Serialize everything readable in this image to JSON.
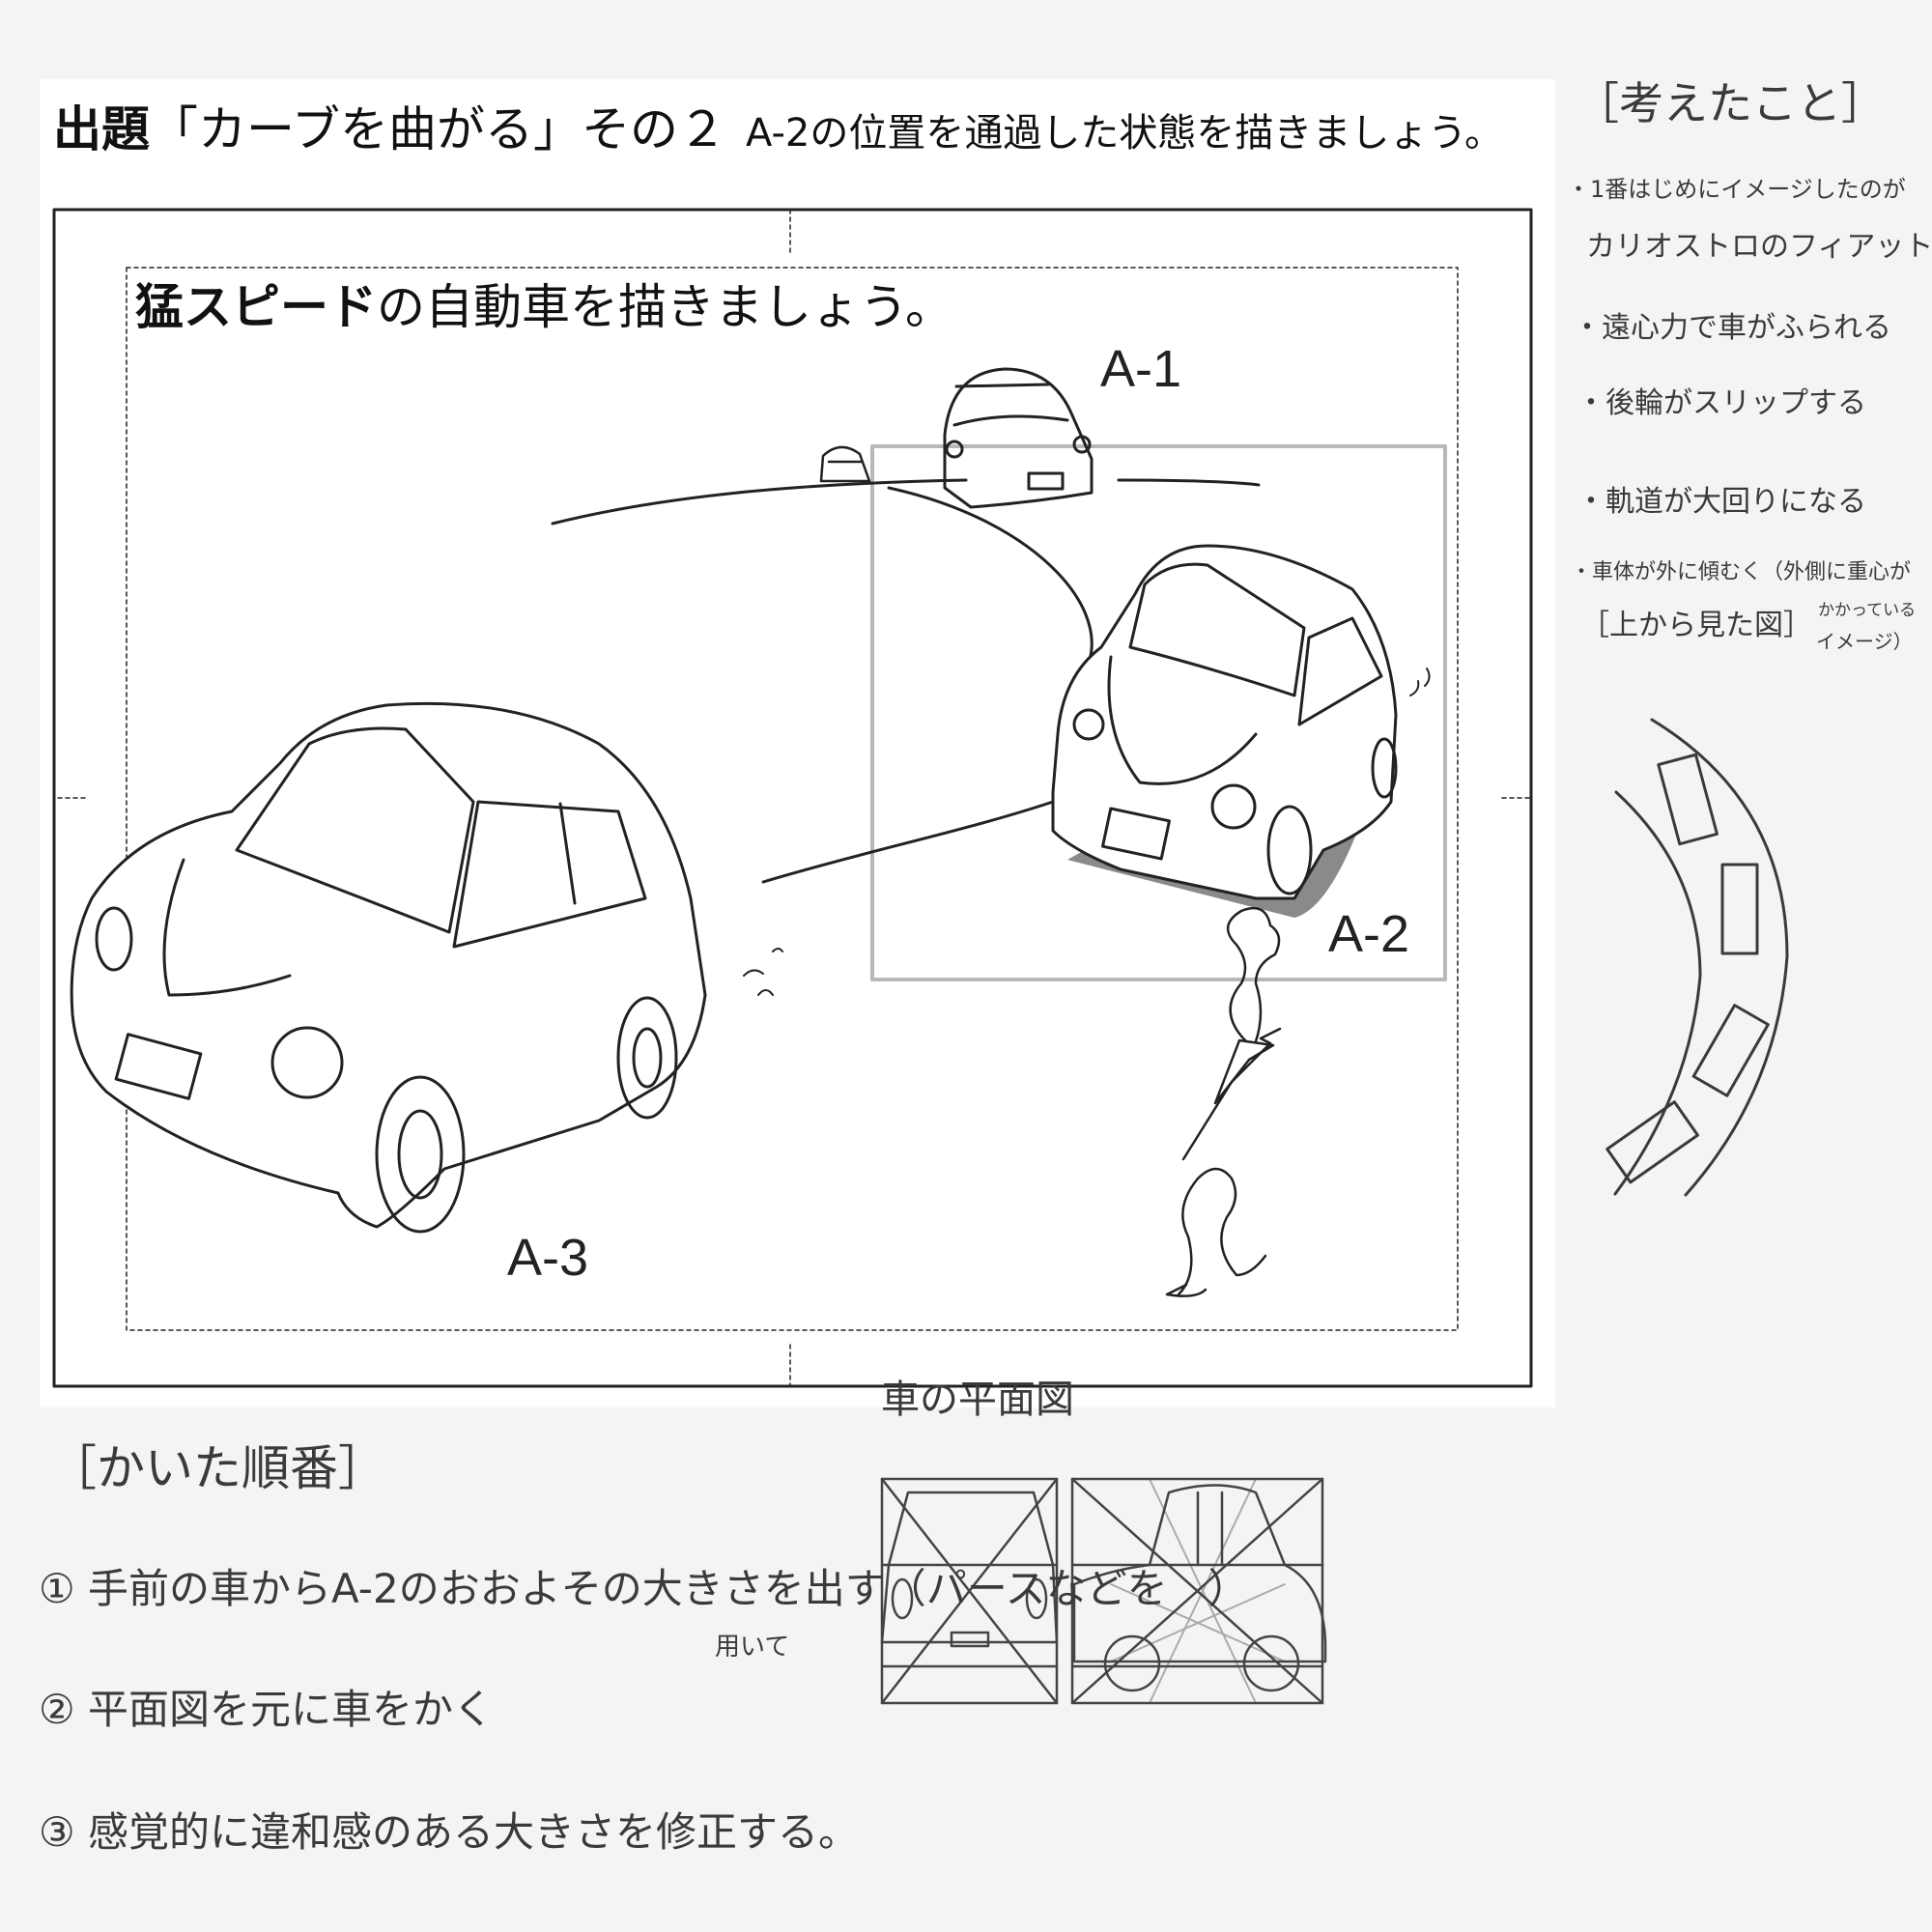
{
  "worksheet": {
    "title_bold": "出題",
    "title_main": "「カーブを曲がる」その２",
    "title_instruction": "A-2の位置を通過した状態を描きましょう。",
    "subtitle_bold": "猛スピード",
    "subtitle_rest": "の自動車を描きましょう。",
    "labels": [
      "A-1",
      "A-2",
      "A-3"
    ]
  },
  "notes_thoughts": {
    "header": "［考えたこと］",
    "items": [
      "・1番はじめにイメージしたのが",
      "カリオストロのフィアット",
      "・遠心力で車がふられる",
      "・後輪がスリップする",
      "・軌道が大回りになる",
      "・車体が外に傾むく（外側に重心が",
      "かかっている",
      "イメージ）"
    ],
    "diagram_label": "［上から見た図］"
  },
  "notes_order": {
    "header": "［かいた順番］",
    "steps": [
      "① 手前の車からA-2のおおよその大きさを出す（パースなどを　）",
      "② 平面図を元に車をかく",
      "③ 感覚的に違和感のある大きさを修正する。"
    ],
    "step1_annotation": "用いて"
  },
  "plan_view": {
    "label": "車の平面図"
  },
  "colors": {
    "background": "#f4f4f4",
    "panel": "#ffffff",
    "ink": "#222222",
    "guide_box": "#b8b8b8",
    "shadow": "#8a8a8a"
  }
}
